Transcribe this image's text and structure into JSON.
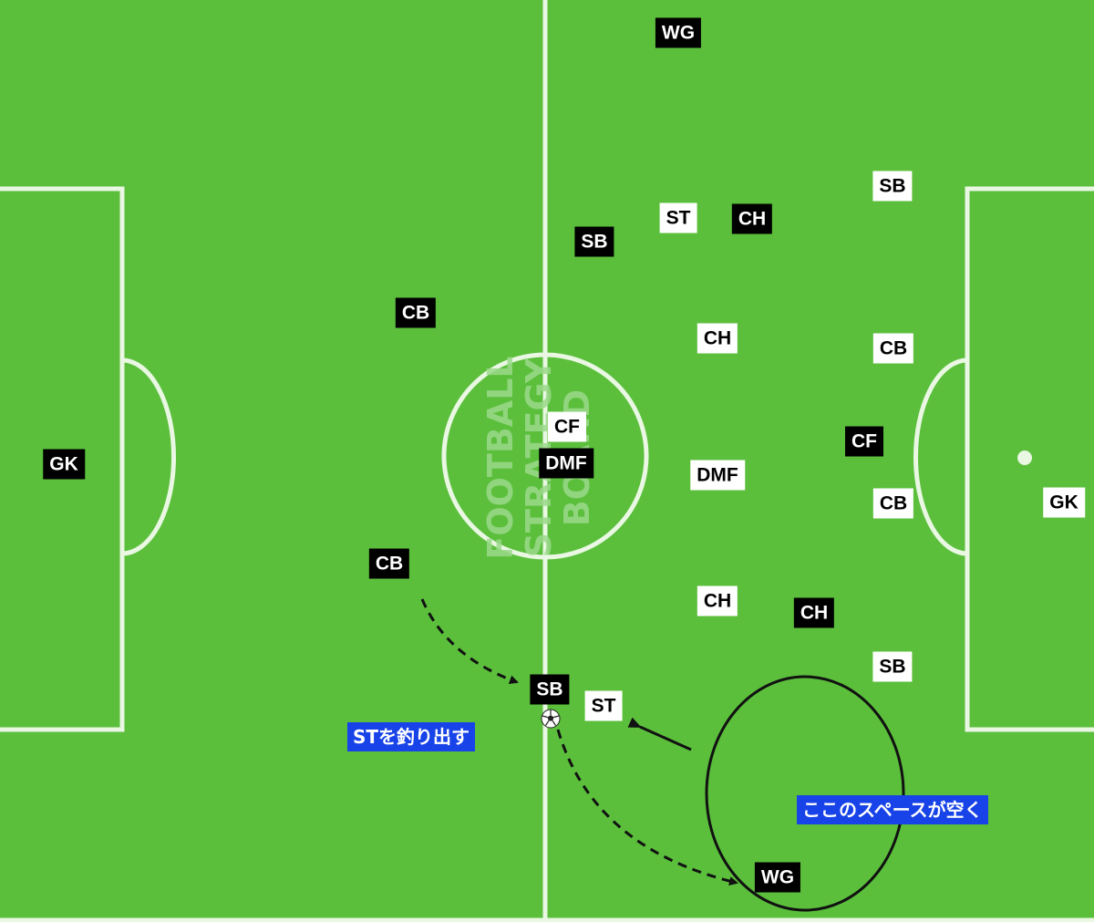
{
  "pitch": {
    "grass_color": "#5bbf3c",
    "line_color": "#e9f7e3"
  },
  "logo": {
    "line1": "FOOTBALL",
    "line2": "STRATEGY",
    "line3": "BOARD"
  },
  "team_dark": {
    "color": "#000000",
    "text_color": "#ffffff"
  },
  "team_light": {
    "color": "#ffffff",
    "text_color": "#000000"
  },
  "players": [
    {
      "id": "d-wg-top",
      "label": "WG",
      "team": "dark"
    },
    {
      "id": "d-sb-top",
      "label": "SB",
      "team": "dark"
    },
    {
      "id": "d-ch-top",
      "label": "CH",
      "team": "dark"
    },
    {
      "id": "d-cb-top",
      "label": "CB",
      "team": "dark"
    },
    {
      "id": "d-gk",
      "label": "GK",
      "team": "dark"
    },
    {
      "id": "d-cf",
      "label": "CF",
      "team": "dark"
    },
    {
      "id": "d-dmf",
      "label": "DMF",
      "team": "dark"
    },
    {
      "id": "d-cb-bottom",
      "label": "CB",
      "team": "dark"
    },
    {
      "id": "d-sb-bottom",
      "label": "SB",
      "team": "dark"
    },
    {
      "id": "d-ch-bottom",
      "label": "CH",
      "team": "dark"
    },
    {
      "id": "d-wg-bottom",
      "label": "WG",
      "team": "dark"
    },
    {
      "id": "l-st-top",
      "label": "ST",
      "team": "light"
    },
    {
      "id": "l-sb-top",
      "label": "SB",
      "team": "light"
    },
    {
      "id": "l-ch-top",
      "label": "CH",
      "team": "light"
    },
    {
      "id": "l-cb-top",
      "label": "CB",
      "team": "light"
    },
    {
      "id": "l-cf",
      "label": "CF",
      "team": "light"
    },
    {
      "id": "l-dmf",
      "label": "DMF",
      "team": "light"
    },
    {
      "id": "l-cb-bottom",
      "label": "CB",
      "team": "light"
    },
    {
      "id": "l-gk",
      "label": "GK",
      "team": "light"
    },
    {
      "id": "l-ch-bottom",
      "label": "CH",
      "team": "light"
    },
    {
      "id": "l-sb-bottom",
      "label": "SB",
      "team": "light"
    },
    {
      "id": "l-st-bottom",
      "label": "ST",
      "team": "light"
    }
  ],
  "notes": {
    "lure_striker": "STを釣り出す",
    "space_opens": "ここのスペースが空く"
  },
  "ball_icon": "soccer-ball-icon",
  "note_color": "#1743e8"
}
